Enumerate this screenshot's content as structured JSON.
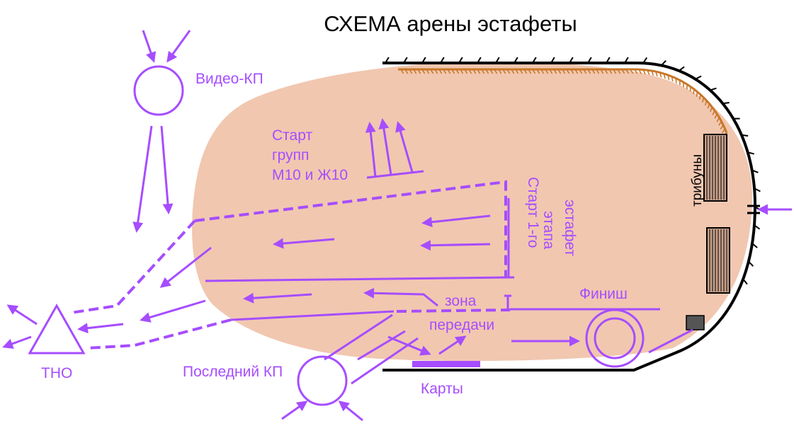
{
  "title": "СХЕМА арены эстафеты",
  "colors": {
    "arena": "#f1c7b0",
    "accent": "#a64dff",
    "fence": "#000000",
    "fence_hatch": "#c8782a",
    "tribune_fill": "#c9a18b",
    "box": "#555555"
  },
  "labels": {
    "video_kp": "Видео-КП",
    "start_groups_1": "Старт",
    "start_groups_2": "групп",
    "start_groups_3": "М10 и Ж10",
    "start_leg_1": "Старт 1-го",
    "start_leg_2": "этапа",
    "start_leg_3": "эстафет",
    "exchange_1": "зона",
    "exchange_2": "передачи",
    "finish": "Финиш",
    "tribunes": "трибуны",
    "tno": "ТНО",
    "last_kp": "Последний КП",
    "maps": "Карты"
  }
}
